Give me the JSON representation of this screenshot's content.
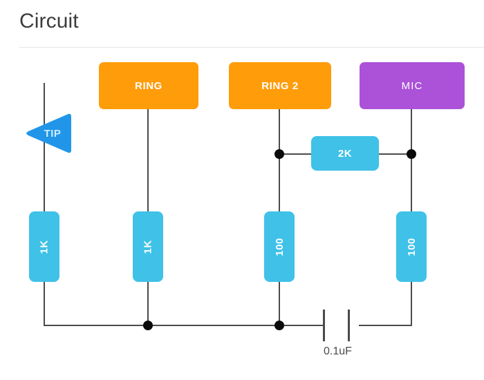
{
  "header": {
    "title": "Circuit"
  },
  "circuit": {
    "ports": [
      {
        "id": "tip",
        "label": "TIP",
        "shape": "triangle-left",
        "color": "#2196e8"
      },
      {
        "id": "ring",
        "label": "RING",
        "shape": "rect",
        "color": "#ff9c0a"
      },
      {
        "id": "ring2",
        "label": "RING 2",
        "shape": "rect",
        "color": "#ff9c0a"
      },
      {
        "id": "mic",
        "label": "MIC",
        "shape": "rect",
        "color": "#ab52d8"
      }
    ],
    "resistors": [
      {
        "id": "r-tip",
        "label": "1K",
        "orientation": "vertical",
        "color": "#3fc1e8"
      },
      {
        "id": "r-ring",
        "label": "1K",
        "orientation": "vertical",
        "color": "#3fc1e8"
      },
      {
        "id": "r-ring2",
        "label": "100",
        "orientation": "vertical",
        "color": "#3fc1e8"
      },
      {
        "id": "r-mic",
        "label": "100",
        "orientation": "vertical",
        "color": "#3fc1e8"
      },
      {
        "id": "r-bias",
        "label": "2K",
        "orientation": "horizontal",
        "color": "#3fc1e8"
      }
    ],
    "capacitors": [
      {
        "id": "c-couple",
        "label": "0.1uF"
      }
    ],
    "wire_color": "#4a4a4a",
    "node_color": "#0a0a0a"
  }
}
